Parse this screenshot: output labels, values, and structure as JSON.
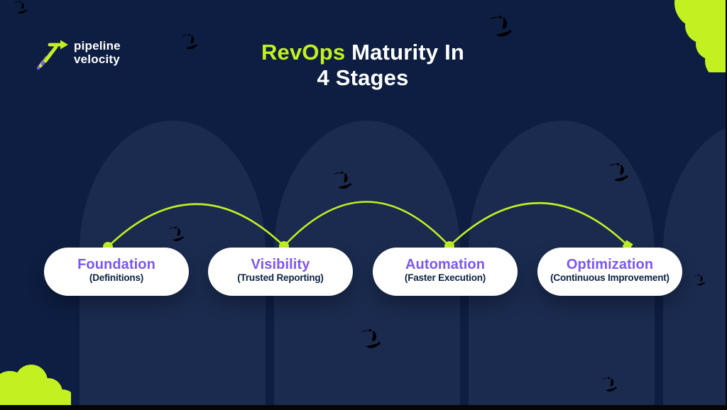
{
  "logo": {
    "line1": "pipeline",
    "line2": "velocity"
  },
  "title": {
    "accent": "RevOps",
    "rest": " Maturity In",
    "line2": "4 Stages"
  },
  "stages": [
    {
      "title": "Foundation",
      "subtitle": "(Definitions)"
    },
    {
      "title": "Visibility",
      "subtitle": "(Trusted Reporting)"
    },
    {
      "title": "Automation",
      "subtitle": "(Faster Execution)"
    },
    {
      "title": "Optimization",
      "subtitle": "(Continuous Improvement)"
    }
  ],
  "colors": {
    "background": "#0d1e42",
    "dome": "#1a2b4f",
    "lime": "#c3f021",
    "purple": "#7c57f2",
    "card_bg": "#ffffff",
    "subtitle_navy": "#0e2146"
  },
  "icons": [
    "arrow-scribble-logo-icon",
    "squiggle-doodle-icon",
    "corner-blob-icon",
    "stage-dot",
    "arrow-end-marker"
  ]
}
